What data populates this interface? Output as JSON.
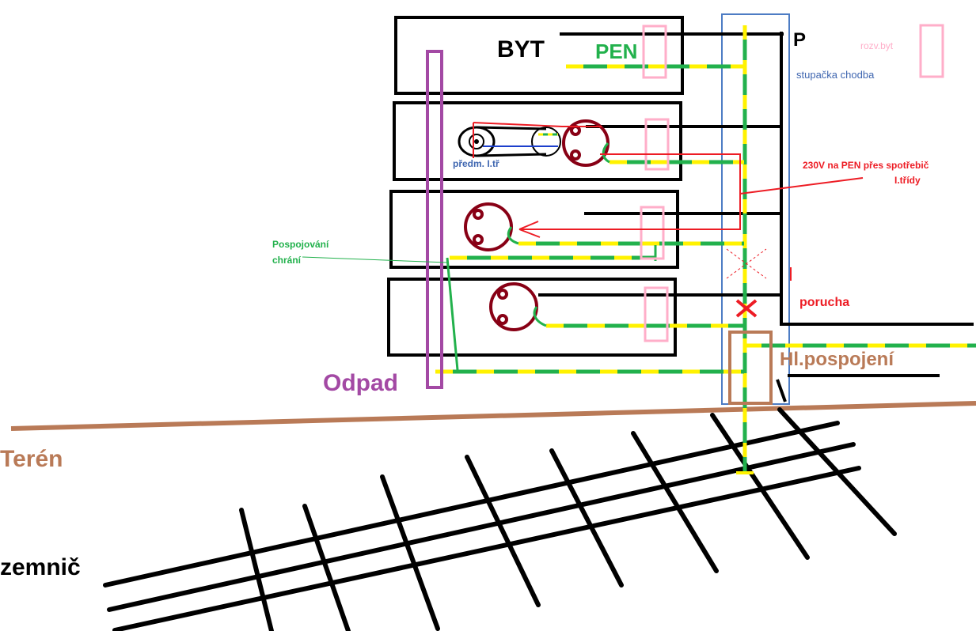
{
  "labels": {
    "byt": "BYT",
    "pen": "PEN",
    "p": "P",
    "rozv_byt": "rozv.byt",
    "stupacka": "stupačka chodba",
    "predm": "předm. I.tř",
    "warning_line1": "230V na PEN přes spotřebič",
    "warning_line2": "I.třídy",
    "pospojovani_line1": "Pospojování",
    "pospojovani_line2": "chrání",
    "porucha": "porucha",
    "hl_pospojeni": "Hl.pospojení",
    "odpad": "Odpad",
    "teren": "Terén",
    "zemnic": "zemnič"
  },
  "colors": {
    "black": "#000000",
    "green": "#22b14c",
    "yellow": "#fff200",
    "red": "#ed1c24",
    "purple": "#a349a4",
    "brown": "#b97a57",
    "socket": "#880015",
    "blue": "#4d7cc4",
    "pink": "#ffaec9",
    "text_green": "#22b14c",
    "text_blue": "#3f66b0"
  }
}
